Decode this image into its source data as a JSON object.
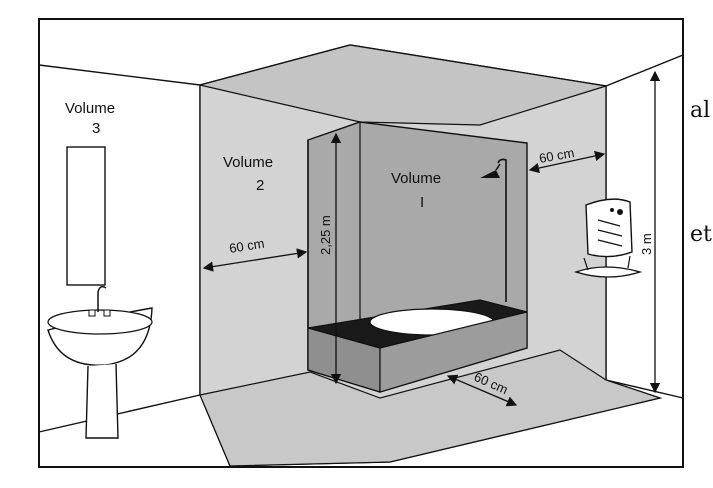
{
  "left_edge": {
    "line1": "al",
    "line2": "et"
  },
  "volumes": {
    "v3_line1": "Volume",
    "v3_line2": "3",
    "v2_line1": "Volume",
    "v2_line2": "2",
    "v1_line1": "Volume",
    "v1_line2": "I"
  },
  "dimensions": {
    "left_clearance": "60 cm",
    "right_clearance": "60 cm",
    "front_clearance": "60 cm",
    "zone_height": "2,25 m",
    "room_height": "3 m"
  },
  "colors": {
    "zone2_fill": "#d3d3d3",
    "zone1_fill": "#a9a9a9",
    "floor_fill": "#c8c8c8",
    "tub_rim": "#1a1a1a",
    "line": "#111111"
  }
}
